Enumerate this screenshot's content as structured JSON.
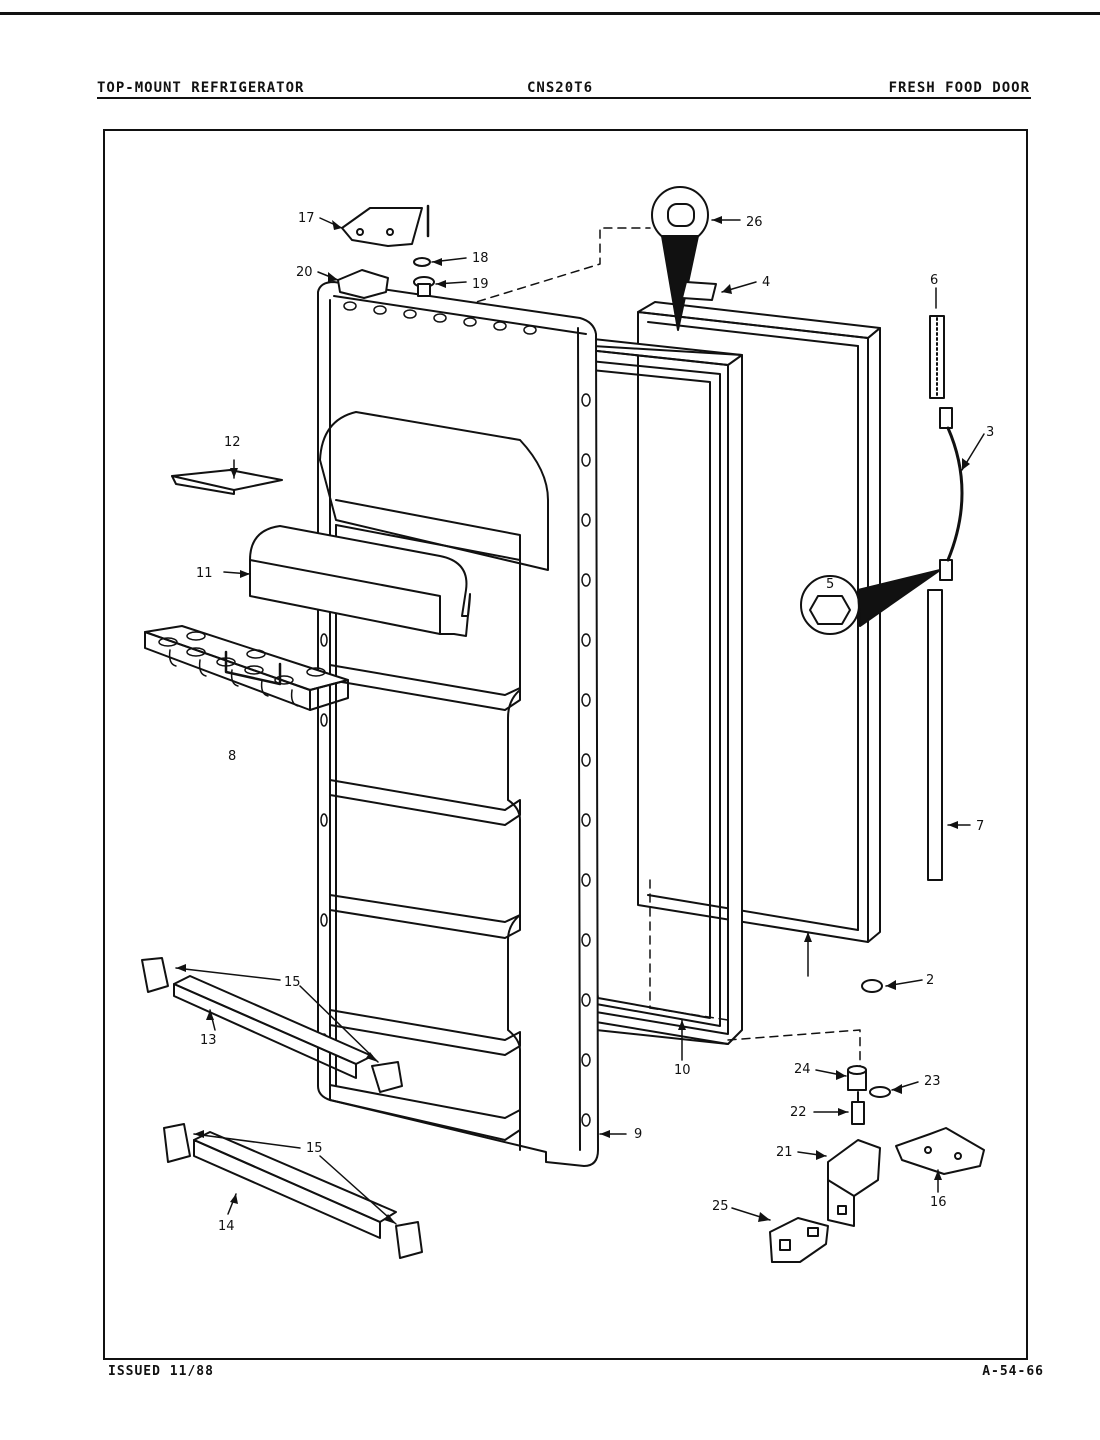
{
  "header": {
    "left": "TOP-MOUNT REFRIGERATOR",
    "center": "CNS20T6",
    "right": "FRESH FOOD DOOR"
  },
  "footer": {
    "issued": "ISSUED 11/88",
    "code": "A-54-66"
  },
  "callouts": [
    "2",
    "3",
    "4",
    "5",
    "6",
    "7",
    "8",
    "9",
    "10",
    "11",
    "12",
    "13",
    "14",
    "15",
    "15",
    "16",
    "17",
    "18",
    "19",
    "20",
    "21",
    "22",
    "23",
    "24",
    "25",
    "26"
  ]
}
